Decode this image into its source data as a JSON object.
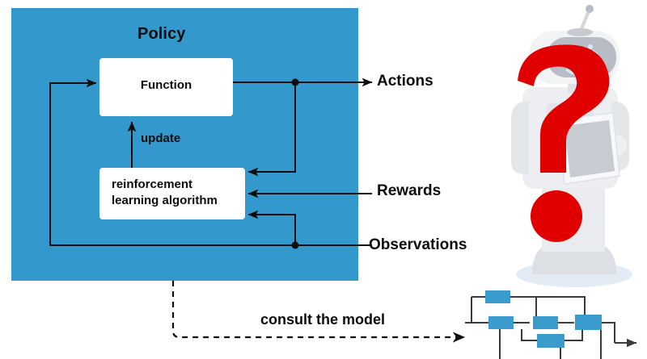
{
  "diagram": {
    "title": "Policy",
    "colors": {
      "policy_fill": "#3399cc",
      "box_fill": "#ffffff",
      "line": "#0d0d0d",
      "accent_red": "#e00000",
      "robot_body": "#e8eaed",
      "robot_face": "#b8bcc4",
      "robot_eye": "#cfeff7",
      "flow_box": "#3a9ccc"
    },
    "blocks": [
      {
        "id": "function",
        "label": "Function"
      },
      {
        "id": "rl-algorithm",
        "label": "reinforcement\nlearning algorithm"
      }
    ],
    "edge_labels": [
      {
        "id": "update",
        "label": "update"
      },
      {
        "id": "consult",
        "label": "consult the model"
      }
    ],
    "signals": [
      {
        "id": "actions",
        "label": "Actions",
        "direction": "out"
      },
      {
        "id": "rewards",
        "label": "Rewards",
        "direction": "in"
      },
      {
        "id": "observations",
        "label": "Observations",
        "direction": "in"
      }
    ]
  },
  "illustration": {
    "robot": {
      "name": "confused-robot",
      "overlay_glyph": "?",
      "overlay_color": "#e00000"
    }
  },
  "flow_diagram": {
    "name": "model-flowchart",
    "node_count": 6
  }
}
